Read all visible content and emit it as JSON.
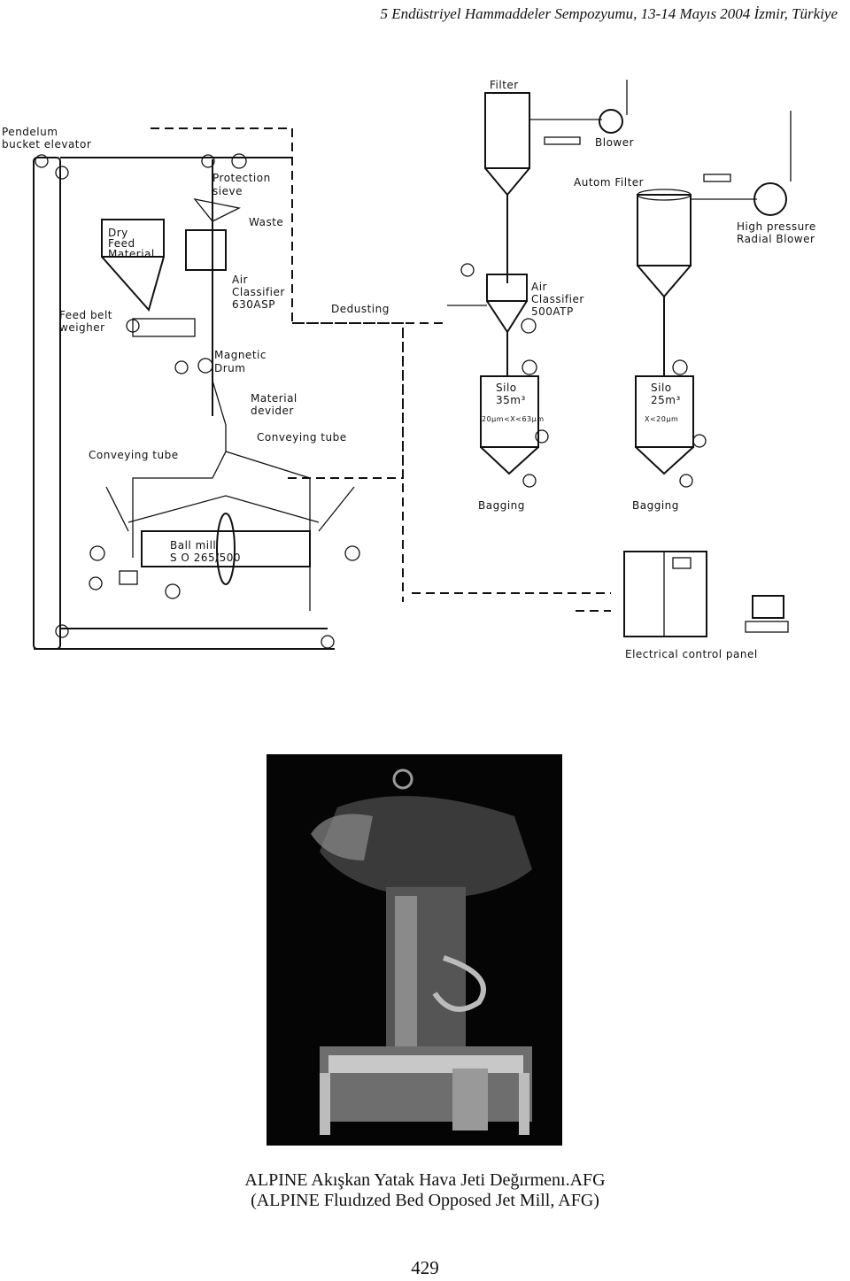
{
  "header": "5 Endüstriyel Hammaddeler Sempozyumu, 13-14 Mayıs 2004 İzmir, Türkiye",
  "diagram": {
    "labels": {
      "pendelum": "Pendelum",
      "bucket_elevator": "bucket elevator",
      "filter": "Filter",
      "blower": "Blower",
      "protection": "Protection",
      "sieve": "sieve",
      "waste": "Waste",
      "autom_filter": "Autom Filter",
      "dry": "Dry",
      "feed": "Feed",
      "material": "Material",
      "high_pressure": "High pressure",
      "radial_blower": "Radial Blower",
      "air_left": "Air",
      "classifier_left": "Classifier",
      "model_left": "630ASP",
      "air_right": "Air",
      "classifier_right": "Classifier",
      "model_right": "500ATP",
      "feed_belt": "Feed belt",
      "weigher": "weigher",
      "dedusting": "Dedusting",
      "magnetic": "Magnetic",
      "drum": "Drum",
      "material_divider_1": "Material",
      "material_divider_2": "devider",
      "silo1_name": "Silo",
      "silo1_volume": "35m³",
      "silo1_range": "20μm<X<63μm",
      "silo2_name": "Silo",
      "silo2_volume": "25m³",
      "silo2_range": "X<20μm",
      "conveying_tube_right": "Conveying tube",
      "conveying_tube_left": "Conveying tube",
      "bagging1": "Bagging",
      "bagging2": "Bagging",
      "ball_mill": "Ball mill",
      "ball_mill_model": "S O 265/500",
      "control_panel": "Electrical control panel"
    }
  },
  "caption": {
    "line1": "ALPINE Akışkan Yatak Hava Jeti Değırmenı.AFG",
    "line2": "(ALPINE Fluıdızed Bed Opposed Jet Mill, AFG)"
  },
  "page_number": "429"
}
